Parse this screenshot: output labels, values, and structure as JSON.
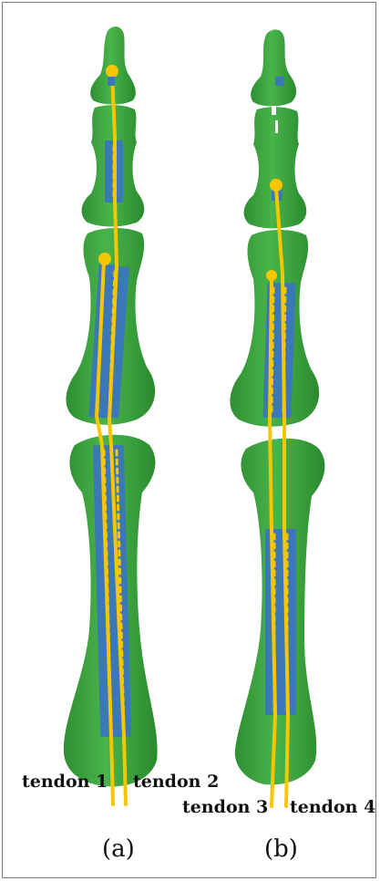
{
  "panels": [
    {
      "caption": "(a)",
      "tendons": [
        "tendon 1",
        "tendon 2"
      ]
    },
    {
      "caption": "(b)",
      "tendons": [
        "tendon 3",
        "tendon 4"
      ]
    }
  ],
  "colors": {
    "bone": "#3aa53a",
    "bone_shade": "#2a8a2c",
    "tendon": "#f7c600",
    "sheath": "#3a78b8"
  }
}
